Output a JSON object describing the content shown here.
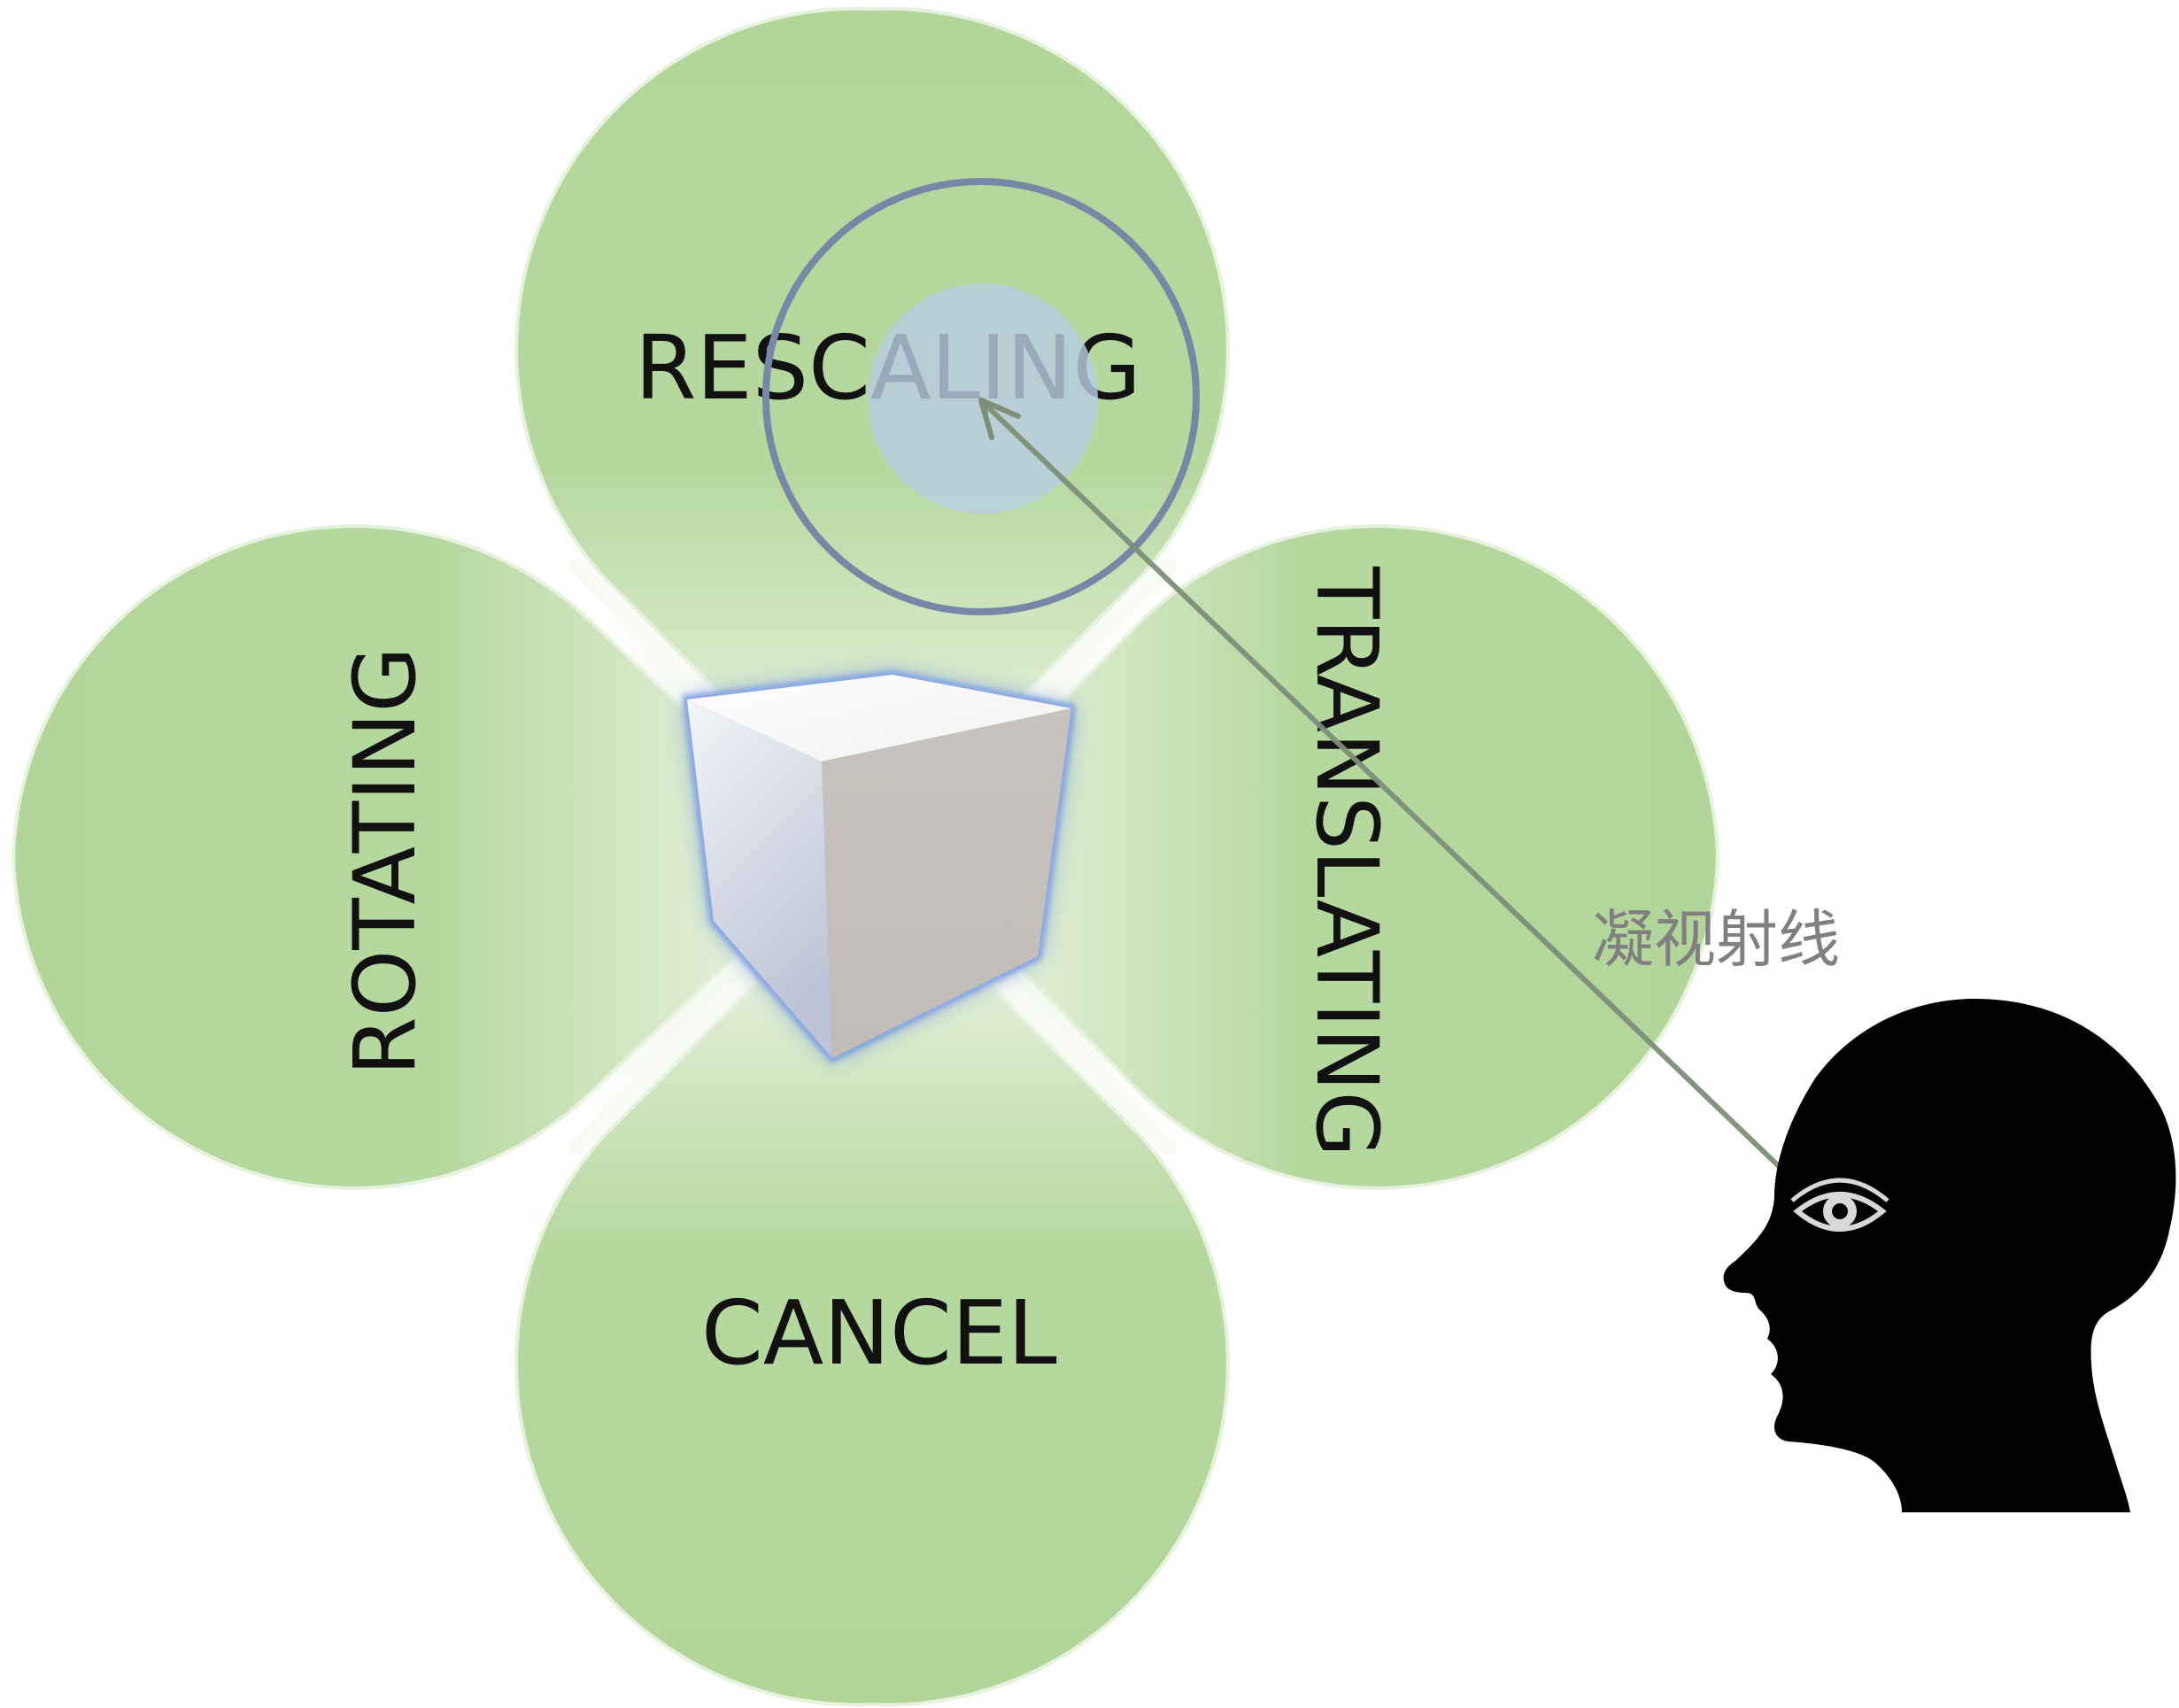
{
  "menu": {
    "top": "RESCALING",
    "left": "ROTATING",
    "right": "TRANSLATING",
    "bottom": "CANCEL"
  },
  "gaze_ray": {
    "label": "凝视射线"
  },
  "colors": {
    "petal": "#b2d69a",
    "petal_edge": "#e3f0d8",
    "cursor_ring": "#7787a6",
    "cursor_dot": "#b7cde0",
    "ray": "#7d8e78",
    "cube_glow": "#7e9edc",
    "head": "#000000"
  },
  "icons": {
    "object": "cube-icon",
    "user": "head-silhouette-icon",
    "eye": "eye-icon"
  }
}
